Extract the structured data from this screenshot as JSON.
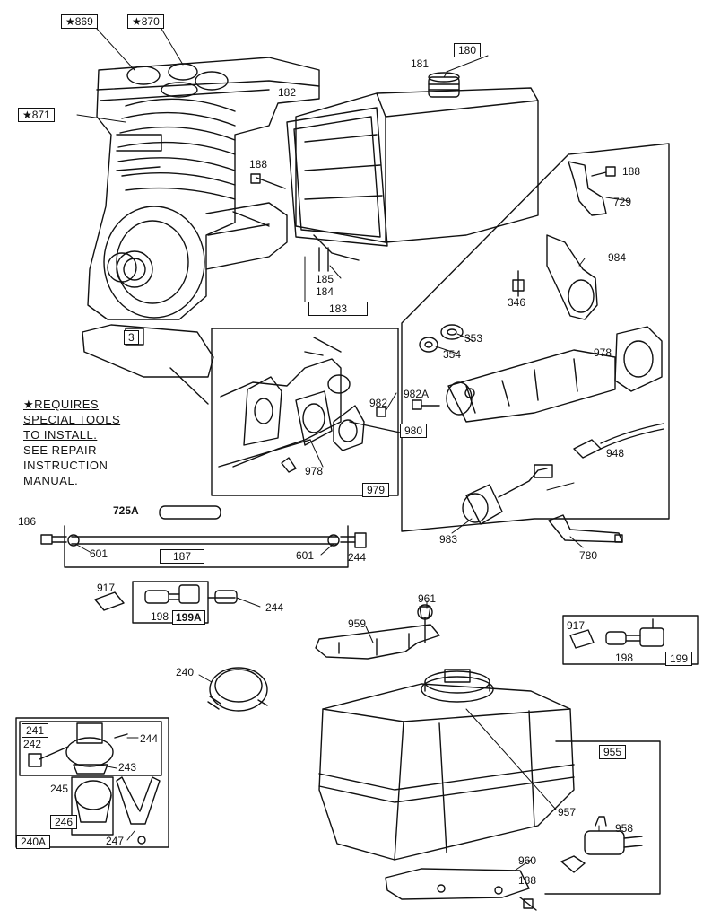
{
  "note": {
    "lines": [
      "★REQUIRES",
      "SPECIAL TOOLS",
      "TO INSTALL.",
      "SEE REPAIR",
      "INSTRUCTION",
      "MANUAL."
    ]
  },
  "parts": {
    "p869": "★869",
    "p870": "★870",
    "p871": "★871",
    "p180": "180",
    "p181": "181",
    "p182": "182",
    "p188a": "188",
    "p188b": "188",
    "p188c": "188",
    "p185": "185",
    "p184": "184",
    "p183": "183",
    "p3": "3",
    "p729": "729",
    "p984": "984",
    "p346": "346",
    "p353": "353",
    "p354": "354",
    "p978a": "978",
    "p978b": "978",
    "p982": "982",
    "p982A": "982A",
    "p980": "980",
    "p979": "979",
    "p948": "948",
    "p983": "983",
    "p780": "780",
    "p725A": "725A",
    "p186": "186",
    "p601a": "601",
    "p601b": "601",
    "p187": "187",
    "p244a": "244",
    "p244b": "244",
    "p244c": "244",
    "p917a": "917",
    "p917b": "917",
    "p198a": "198",
    "p198b": "198",
    "p199A": "199A",
    "p199": "199",
    "p961": "961",
    "p959": "959",
    "p240": "240",
    "p241": "241",
    "p242": "242",
    "p243": "243",
    "p245": "245",
    "p246": "246",
    "p247": "247",
    "p240A": "240A",
    "p955": "955",
    "p957": "957",
    "p958": "958",
    "p960": "960"
  }
}
